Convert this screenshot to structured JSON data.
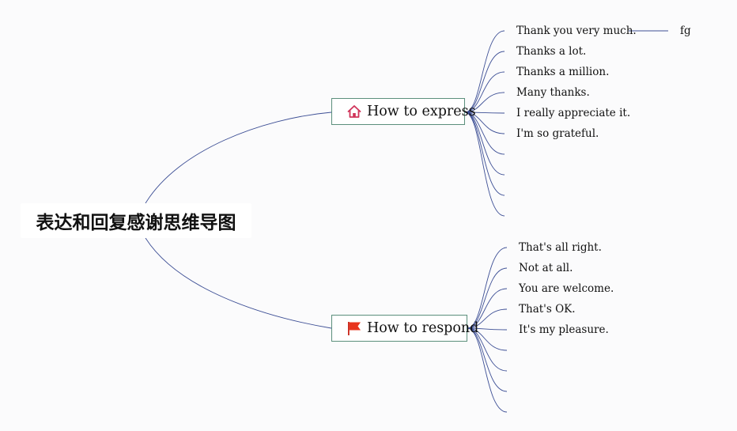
{
  "mindmap": {
    "root": {
      "label": "表达和回复感谢思维导图"
    },
    "branches": [
      {
        "label": "How to express",
        "icon": "house-icon",
        "children": [
          {
            "label": "Thank you very much.",
            "sub": [
              "fg"
            ]
          },
          {
            "label": "Thanks a lot."
          },
          {
            "label": "Thanks a million."
          },
          {
            "label": "Many thanks."
          },
          {
            "label": "I really appreciate it."
          },
          {
            "label": "I'm so grateful."
          },
          {
            "label": ""
          },
          {
            "label": ""
          },
          {
            "label": ""
          },
          {
            "label": ""
          }
        ]
      },
      {
        "label": "How to respond",
        "icon": "red-flag-icon",
        "children": [
          {
            "label": "That's all right."
          },
          {
            "label": "Not at all."
          },
          {
            "label": "You are welcome."
          },
          {
            "label": "That's OK."
          },
          {
            "label": "It's my pleasure."
          },
          {
            "label": ""
          },
          {
            "label": ""
          },
          {
            "label": ""
          },
          {
            "label": ""
          }
        ]
      }
    ]
  },
  "colors": {
    "connector": "#3d4f95",
    "branch_border": "#5b8f7c",
    "house_icon": "#d0345a",
    "flag_icon": "#e8341c"
  }
}
